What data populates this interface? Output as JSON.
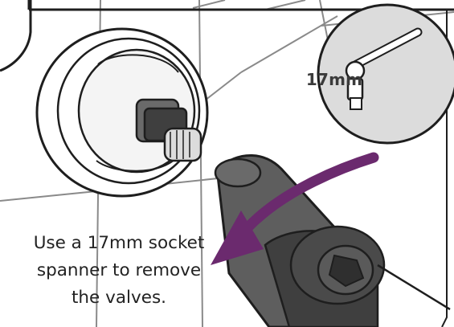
{
  "callout": {
    "size_label": "17mm",
    "tool": "socket-wrench-icon"
  },
  "caption": {
    "lines": [
      "Use a 17mm socket",
      "spanner to remove",
      "the valves."
    ]
  },
  "colors": {
    "arrow": "#6b2a6e",
    "outline": "#2a2a2a",
    "valve_body": "#5a5a5a",
    "valve_dark": "#3f3f3f",
    "tile_lines": "#8a8a8a",
    "background": "#ffffff"
  },
  "icons": {
    "direction": "curved-arrow-icon",
    "part": "valve-cartridge-icon",
    "tool": "socket-spanner-icon"
  }
}
